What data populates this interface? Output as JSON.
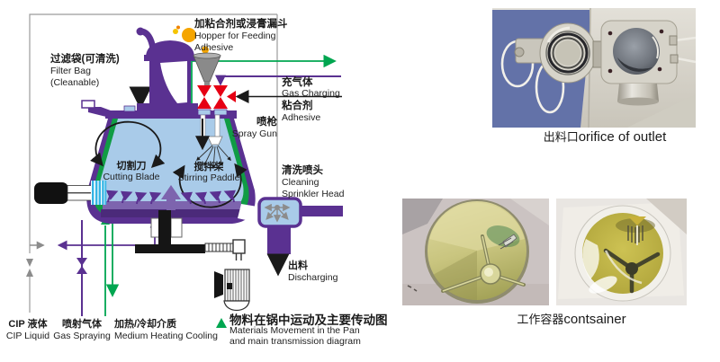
{
  "diagram": {
    "labels": {
      "hopper_zh": "加粘合剂或浸膏漏斗",
      "hopper_en1": "Hopper for Feeding",
      "hopper_en2": "Adhesive",
      "filter_zh": "过滤袋(可清洗)",
      "filter_en1": "Filter Bag",
      "filter_en2": "(Cleanable)",
      "gas_charging_zh": "充气体",
      "gas_charging_en": "Gas Charging",
      "adhesive_zh": "粘合剂",
      "adhesive_en": "Adhesive",
      "spray_gun_zh": "喷枪",
      "spray_gun_en": "Spray Gun",
      "cleaning_zh": "清洗喷头",
      "cleaning_en1": "Cleaning",
      "cleaning_en2": "Sprinkler Head",
      "cutting_zh": "切割刀",
      "cutting_en": "Cutting Blade",
      "stirring_zh": "搅拌桨",
      "stirring_en": "Stirring Paddle",
      "discharging_zh": "出料",
      "discharging_en": "Discharging",
      "cip_zh": "CIP 液体",
      "cip_en": "CIP Liquid",
      "gas_spray_zh": "喷射气体",
      "gas_spray_en": "Gas Spraying",
      "medium_zh": "加热/冷却介质",
      "medium_en": "Medium Heating Cooling",
      "caption_zh": "物料在锅中运动及主要传动图",
      "caption_en1": "Materials Movement in the Pan",
      "caption_en2": "and main transmission diagram"
    },
    "colors": {
      "purple": "#5a3191",
      "purple_light": "#7d64ae",
      "pan_blue": "#a9cbe9",
      "green_band": "#109c44",
      "green_line": "#00a650",
      "coil_blue": "#35b5e5",
      "valve_red": "#e60014",
      "orange": "#f5a500",
      "grey_line": "#8c8c8c"
    }
  },
  "photos": {
    "outlet_caption_zh": "出料口",
    "outlet_caption_en": "orifice of outlet",
    "container_caption_zh": "工作容器",
    "container_caption_en": "contsainer",
    "photo_bg_blue": "#6372a8",
    "machine_beige": "#d8d5cc",
    "pan_olive": "#b8b65e"
  }
}
